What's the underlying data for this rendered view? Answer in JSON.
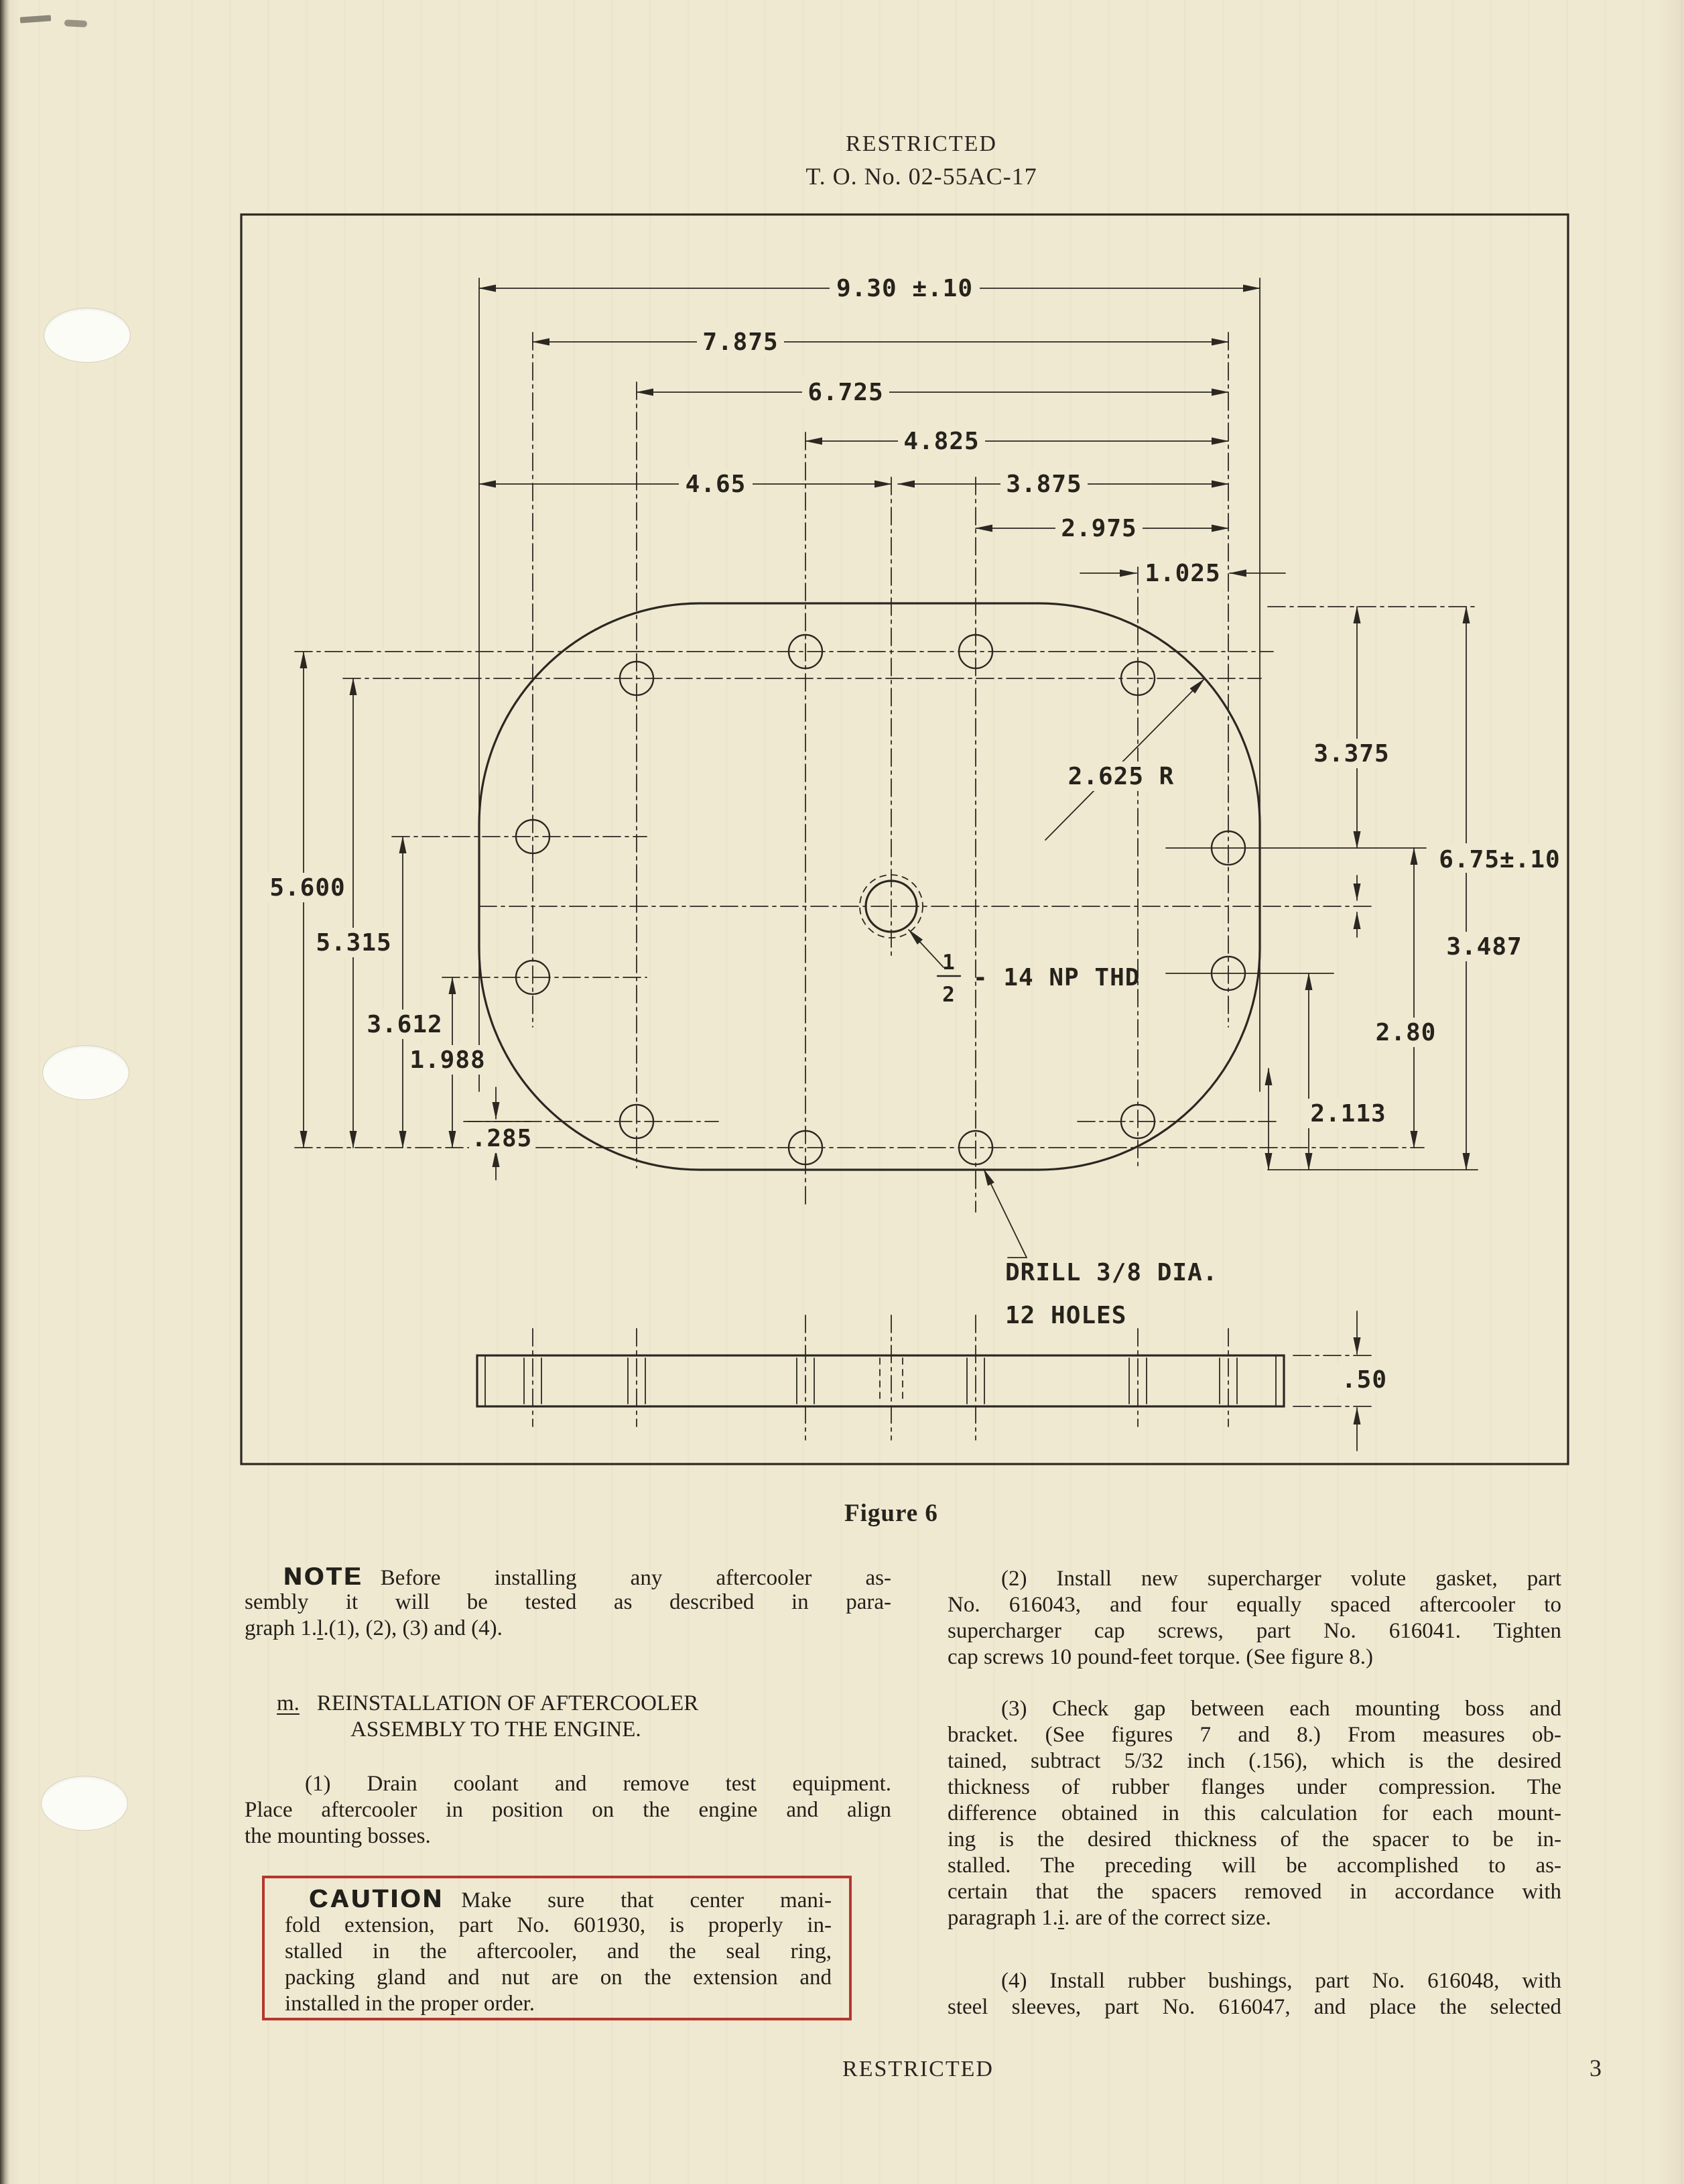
{
  "header": {
    "line1": "RESTRICTED",
    "line2": "T. O. No. 02-55AC-17"
  },
  "figure": {
    "caption": "Figure 6",
    "dims": {
      "w930": "9.30 ±.10",
      "w7875": "7.875",
      "w6725": "6.725",
      "w4825": "4.825",
      "w465": "4.65",
      "w3875": "3.875",
      "w2975": "2.975",
      "w1025": "1.025",
      "h5600": "5.600",
      "h5315": "5.315",
      "h3612": "3.612",
      "h1988": "1.988",
      "h285": ".285",
      "h3375": "3.375",
      "h675": "6.75±.10",
      "h3487": "3.487",
      "h280": "2.80",
      "h2113": "2.113",
      "radius": "2.625 R",
      "thd_num": "1",
      "thd_den": "2",
      "thd": "- 14 NP THD",
      "drill1": "DRILL 3/8 DIA.",
      "drill2": "12 HOLES",
      "thick": ".50"
    }
  },
  "body": {
    "note_label": "NOTE",
    "note_l1_rest": "Before installing any aftercooler as-",
    "note_l2": "sembly it will be tested as described in para-",
    "note_l3_pre": "graph 1.",
    "note_l3_u": "l",
    "note_l3_post": ".(1), (2), (3) and (4).",
    "m_u": "m.",
    "m_l1_rest": "REINSTALLATION OF AFTERCOOLER",
    "m_l2": "ASSEMBLY TO THE ENGINE.",
    "p1": [
      "(1) Drain coolant and remove test equipment.",
      "Place aftercooler in position on the engine and align",
      "the mounting bosses."
    ],
    "caution_label": "CAUTION",
    "caution_l1_rest": "Make sure that center mani-",
    "caution_l2": "fold extension, part No. 601930, is properly in-",
    "caution_l3": "stalled in the aftercooler, and the seal ring,",
    "caution_l4": "packing gland and nut are on the extension and",
    "caution_l5": "installed in the proper order.",
    "p2": [
      "(2) Install new supercharger volute gasket, part",
      "No. 616043, and four equally spaced aftercooler to",
      "supercharger cap screws, part No. 616041. Tighten",
      "cap screws 10 pound-feet torque. (See figure 8.)"
    ],
    "p3": [
      "(3) Check gap between each mounting boss and",
      "bracket. (See figures 7 and 8.) From measures ob-",
      "tained, subtract 5/32 inch (.156), which is the desired",
      "thickness of rubber flanges under compression. The",
      "difference obtained in this calculation for each mount-",
      "ing is the desired thickness of the spacer to be in-",
      "stalled. The preceding will be accomplished to as-",
      "certain that the spacers removed in accordance with"
    ],
    "p3_l9_pre": "paragraph 1.",
    "p3_l9_u": "i",
    "p3_l9_post": ". are of the correct size.",
    "p4": [
      "(4) Install rubber bushings, part No. 616048, with",
      "steel sleeves, part No. 616047, and place the selected"
    ]
  },
  "footer": {
    "restricted": "RESTRICTED",
    "page_number": "3"
  },
  "colors": {
    "paper": "#f0e9d1",
    "ink": "#2b2822",
    "caution_border": "#b5372e"
  }
}
